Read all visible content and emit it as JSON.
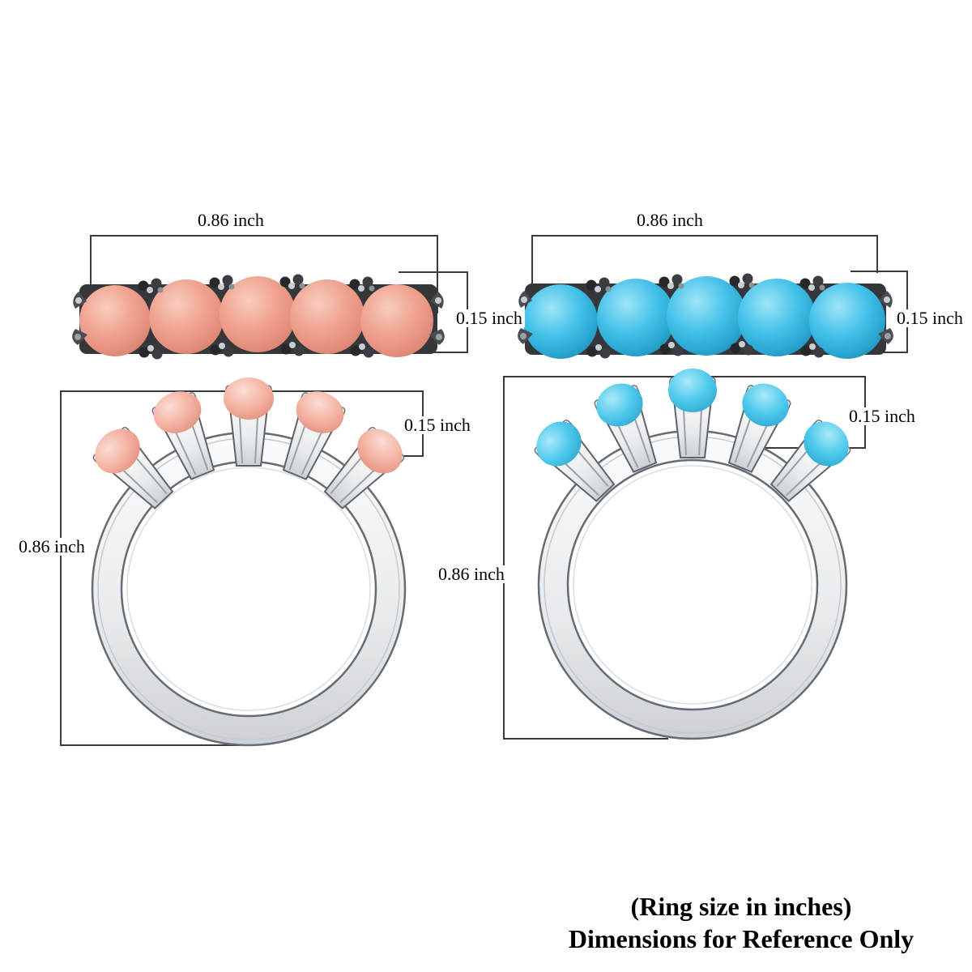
{
  "caption": {
    "line1": "(Ring size in inches)",
    "line2": "Dimensions for Reference Only"
  },
  "labels": {
    "coral_top_width": "0.86 inch",
    "coral_top_height": "0.15 inch",
    "turquoise_top_width": "0.86 inch",
    "turquoise_top_height": "0.15 inch",
    "coral_side_height": "0.15 inch",
    "coral_side_width": "0.86 inch",
    "turquoise_side_height": "0.15 inch",
    "turquoise_side_width": "0.86 inch"
  },
  "rings": {
    "coral_top_view": {
      "stones": 5,
      "stone_color": "#F0A592",
      "width": "0.86 inch",
      "height": "0.15 inch"
    },
    "turquoise_top_view": {
      "stones": 5,
      "stone_color": "#45C2E9",
      "width": "0.86 inch",
      "height": "0.15 inch"
    },
    "coral_side_view": {
      "stones": 5,
      "stone_color": "#F4B2A2",
      "head_height": "0.15 inch",
      "ring_height": "0.86 inch"
    },
    "turquoise_side_view": {
      "stones": 5,
      "stone_color": "#4EC9EC",
      "head_height": "0.15 inch",
      "ring_height": "0.86 inch"
    }
  },
  "colors": {
    "background": "#FFFFFF",
    "dimension_line": "#3A3A3A",
    "text": "#000000",
    "coral_stone": "#F0A592",
    "turquoise_stone": "#45C2E9",
    "metal_silver": "#E9EBEE",
    "prong_dark": "#2E3134"
  }
}
